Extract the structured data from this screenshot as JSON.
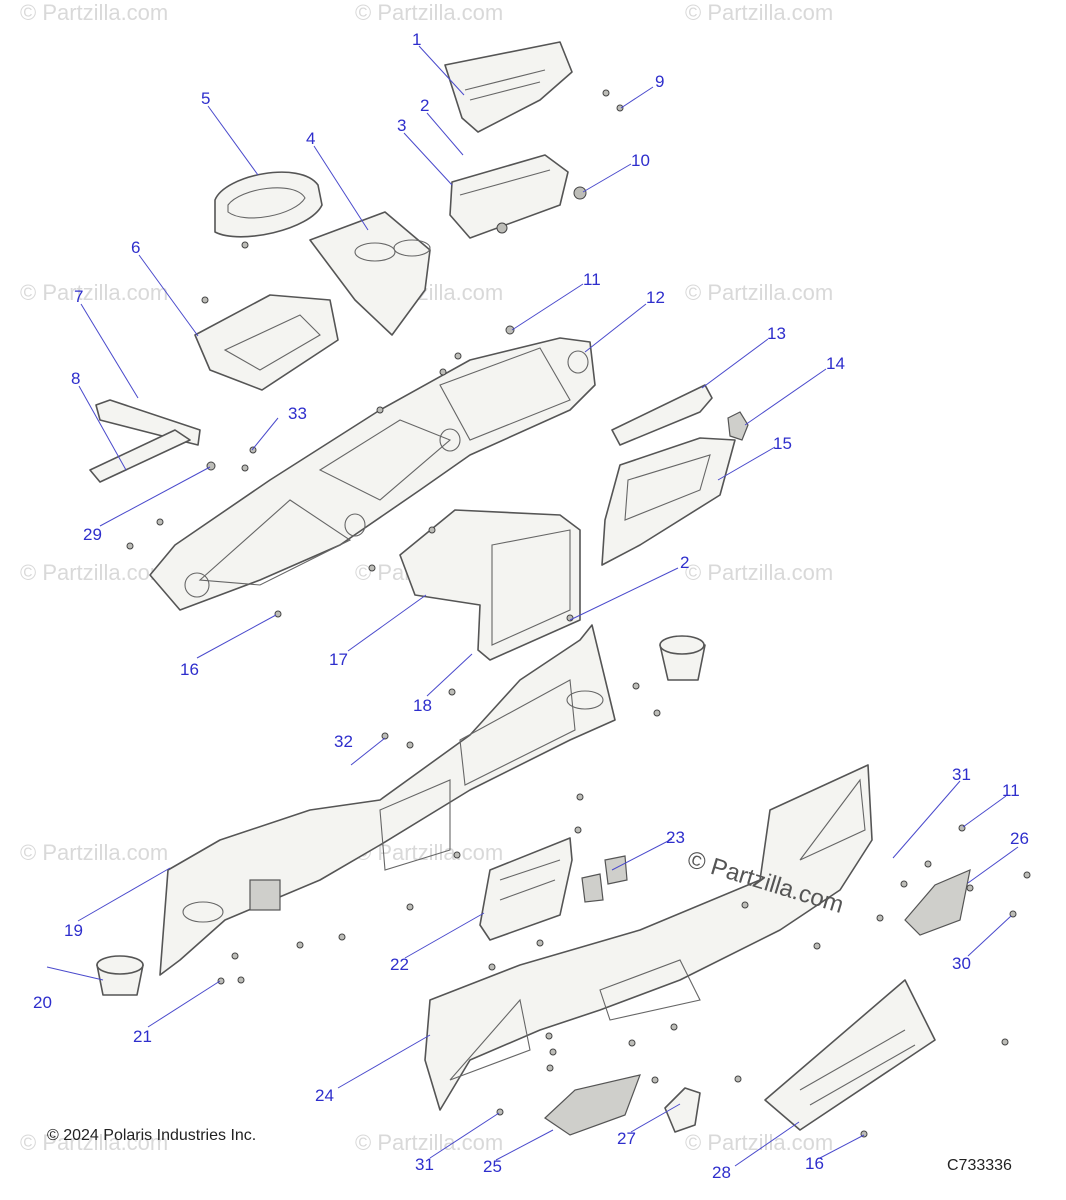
{
  "copyright": "© 2024 Polaris Industries Inc.",
  "diagram_code": "C733336",
  "watermark": "© Partzilla.com",
  "callouts": [
    "1",
    "2",
    "3",
    "4",
    "5",
    "6",
    "7",
    "8",
    "9",
    "10",
    "11",
    "12",
    "13",
    "14",
    "15",
    "2",
    "16",
    "17",
    "18",
    "19",
    "20",
    "21",
    "22",
    "23",
    "24",
    "25",
    "26",
    "27",
    "28",
    "29",
    "30",
    "31",
    "31",
    "32",
    "33",
    "11",
    "16"
  ]
}
